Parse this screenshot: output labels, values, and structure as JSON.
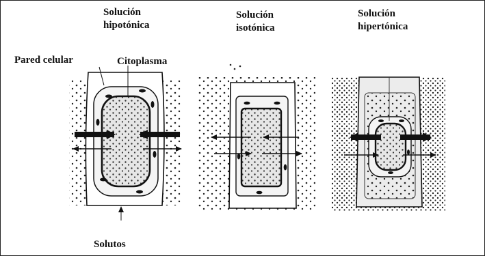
{
  "labels": {
    "hypo_line1": "Solución",
    "hypo_line2": "hipotónica",
    "iso_line1": "Solución",
    "iso_line2": "isotónica",
    "hyper_line1": "Solución",
    "hyper_line2": "hipertónica",
    "cell_wall": "Pared celular",
    "cytoplasm": "Citoplasma",
    "solutes": "Solutos"
  }
}
